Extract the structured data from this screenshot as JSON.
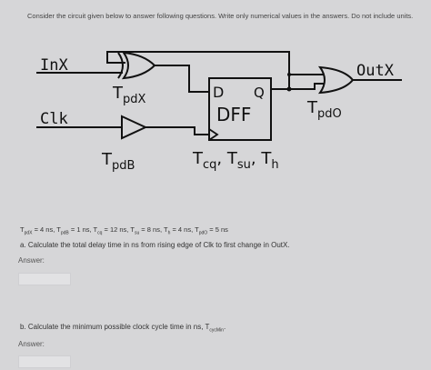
{
  "instruction": "Consider the circuit given below to answer following questions. Write only numerical values in the answers. Do not include units.",
  "diagram": {
    "input_in": "InX",
    "input_clk": "Clk",
    "output": "OutX",
    "dff_label": "DFF",
    "dff_d": "D",
    "dff_q": "Q",
    "gate_x_delay": "T",
    "gate_x_delay_sub": "pdX",
    "buffer_delay": "T",
    "buffer_delay_sub": "pdB",
    "gate_o_delay": "T",
    "gate_o_delay_sub": "pdO",
    "dff_timing": {
      "t1": "T",
      "t1_sub": "cq",
      "sep1": ", ",
      "t2": "T",
      "t2_sub": "su",
      "sep2": ", ",
      "t3": "T",
      "t3_sub": "h"
    }
  },
  "params": [
    {
      "sym": "T",
      "sub": "pdX",
      "val": " = 4 ns, "
    },
    {
      "sym": "T",
      "sub": "pdB",
      "val": " = 1 ns, "
    },
    {
      "sym": "T",
      "sub": "cq",
      "val": " = 12 ns, "
    },
    {
      "sym": "T",
      "sub": "su",
      "val": " = 8 ns, "
    },
    {
      "sym": "T",
      "sub": "h",
      "val": " = 4 ns, "
    },
    {
      "sym": "T",
      "sub": "pdO",
      "val": " = 5 ns"
    }
  ],
  "question_a": "a. Calculate the total delay time in ns from rising edge of Clk to first change in OutX.",
  "answer_a_label": "Answer:",
  "question_b": "b. Calculate the minimum possible clock cycle time in ns, T",
  "question_b_sub": "cycMin",
  "question_b_end": ".",
  "answer_b_label": "Answer:"
}
